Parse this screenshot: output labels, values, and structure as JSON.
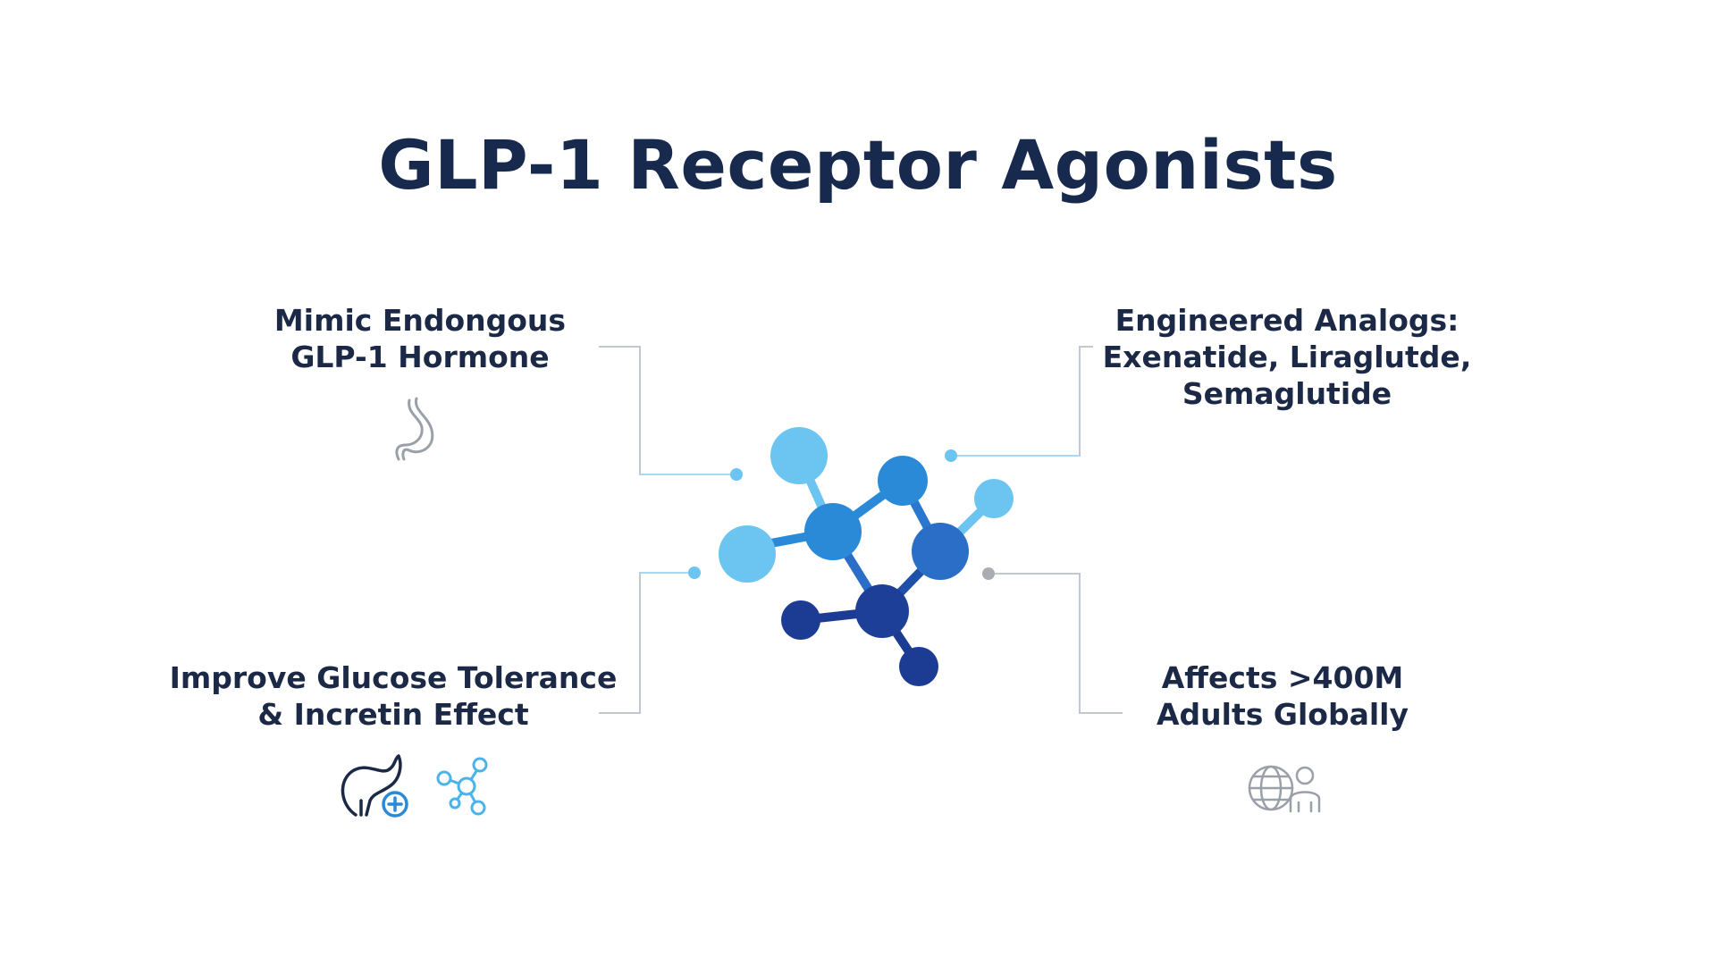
{
  "title": "GLP-1 Receptor Agonists",
  "features": {
    "top_left": {
      "lines": [
        "Mimic Endongous",
        "GLP-1 Hormone"
      ],
      "icon": "stomach-icon"
    },
    "top_right": {
      "lines": [
        "Engineered Analogs:",
        "Exenatide, Liraglutde,",
        "Semaglutide"
      ]
    },
    "bottom_left": {
      "lines": [
        "Improve Glucose Tolerance",
        "& Incretin Effect"
      ],
      "icons": [
        "pancreas-icon",
        "molecule-icon"
      ]
    },
    "bottom_right": {
      "lines": [
        "Affects >400M",
        "Adults Globally"
      ],
      "icon": "global-population-icon"
    }
  },
  "colors": {
    "title": "#172a4e",
    "text": "#1b2947",
    "light_blue": "#6cc4f0",
    "mid_blue": "#2a8ad8",
    "dark_blue": "#1c3c94",
    "connector_gray": "#c2c8d0",
    "icon_gray": "#9aa0a8"
  }
}
